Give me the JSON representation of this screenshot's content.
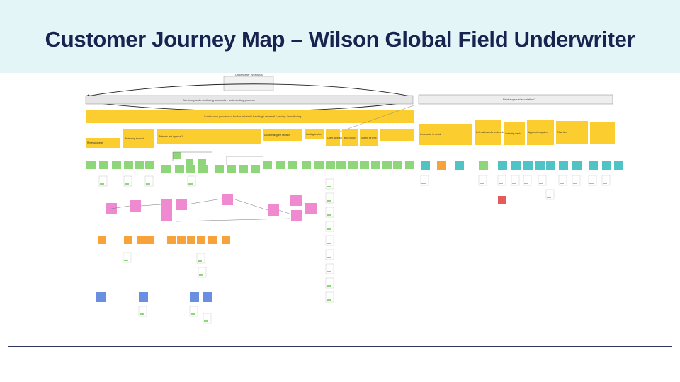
{
  "slide": {
    "title": "Customer Journey Map – Wilson Global Field Underwriter"
  },
  "colors": {
    "banner_bg": "#e4f5f8",
    "title_text": "#1a2350",
    "phase_bar": "#fccd2e",
    "header_gray": "#e6e6e6",
    "sticky_green": "#8fd67a",
    "sticky_teal": "#4fc3c5",
    "sticky_pink": "#f08ad0",
    "sticky_orange": "#f7a23a",
    "sticky_blue": "#6b8fe0",
    "sticky_red": "#e45b5b",
    "rule_line": "#2d3460"
  },
  "map": {
    "top_header_label": "Underwriter Workshop",
    "top_lane_label": "Servicing and monitoring accounts - underwriting process",
    "right_header_label": "Bind approval escalation?",
    "phase_bar_label": "Continuous process of broker-related / backlog / renewal / pricing / monitoring",
    "stages_left": [
      "Renewal queue",
      "Reviewing account",
      "Referrals and approval?",
      "Documenting the decision",
      "Quoting to client",
      "Client acceptance",
      "Issue policy",
      "Submit for bind"
    ],
    "stages_right": [
      "Underwriter to decide",
      "Referral to senior underwriter",
      "Authority check",
      "Approval in system",
      "Final bind"
    ],
    "icons": [
      "sticky-note-icon",
      "arrow-icon"
    ]
  }
}
